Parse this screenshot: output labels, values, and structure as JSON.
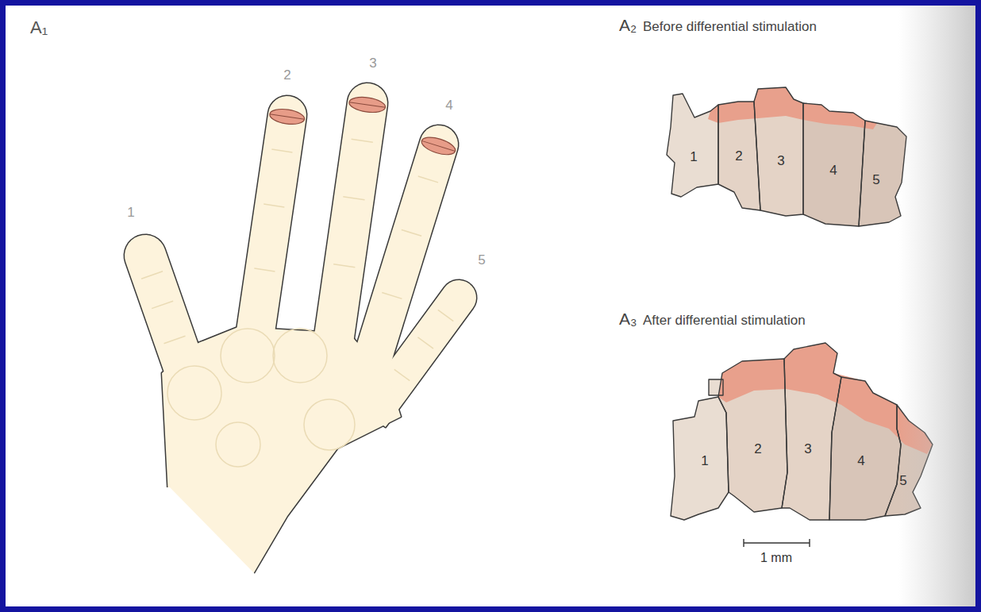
{
  "diagram": {
    "nodes": [
      {
        "text": [
          "1"
        ]
      },
      {
        "text": [
          "2"
        ]
      },
      {
        "text": [
          "3"
        ]
      },
      {
        "text": [
          "4"
        ]
      },
      {
        "text": [
          "5"
        ]
      },
      {
        "text": [
          "1"
        ]
      },
      {
        "text": [
          "2"
        ]
      },
      {
        "text": [
          "3"
        ]
      },
      {
        "text": [
          "4"
        ]
      },
      {
        "text": [
          "5"
        ]
      }
    ],
    "labels": [
      "A₁",
      "1",
      "2",
      "3",
      "4",
      "5",
      "A₂",
      "Before differential stimulation",
      "A₃",
      "After differential stimulation",
      "1 mm"
    ]
  }
}
